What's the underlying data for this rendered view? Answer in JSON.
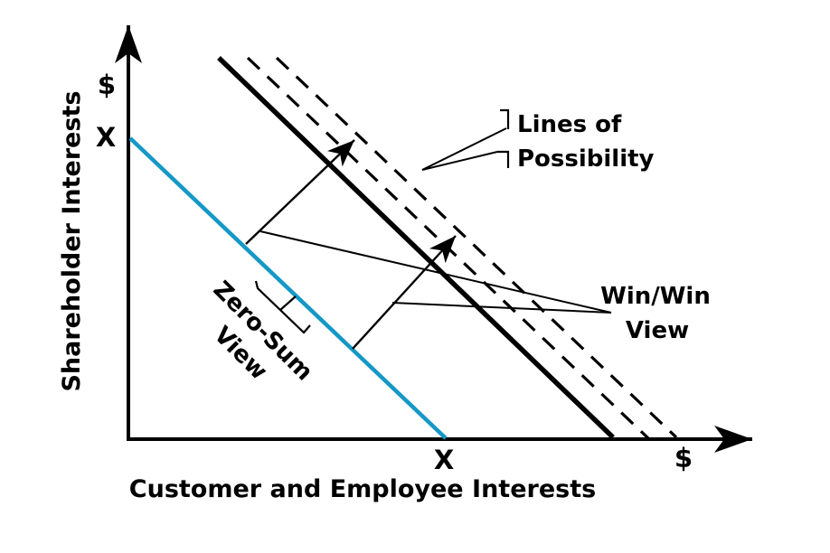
{
  "background": "#ffffff",
  "ink": "#000000",
  "zero_sum_color": "#1598c6",
  "y_axis": {
    "label": "Shareholder Interests",
    "dollar_tick": "$",
    "x_tick": "X"
  },
  "x_axis": {
    "label": "Customer and Employee Interests",
    "x_tick": "X",
    "dollar_tick": "$"
  },
  "labels": {
    "lines_of_possibility_1": "Lines of",
    "lines_of_possibility_2": "Possibility",
    "win_win_1": "Win/Win",
    "win_win_2": "View",
    "zero_sum_1": "Zero-Sum",
    "zero_sum_2": "View"
  }
}
